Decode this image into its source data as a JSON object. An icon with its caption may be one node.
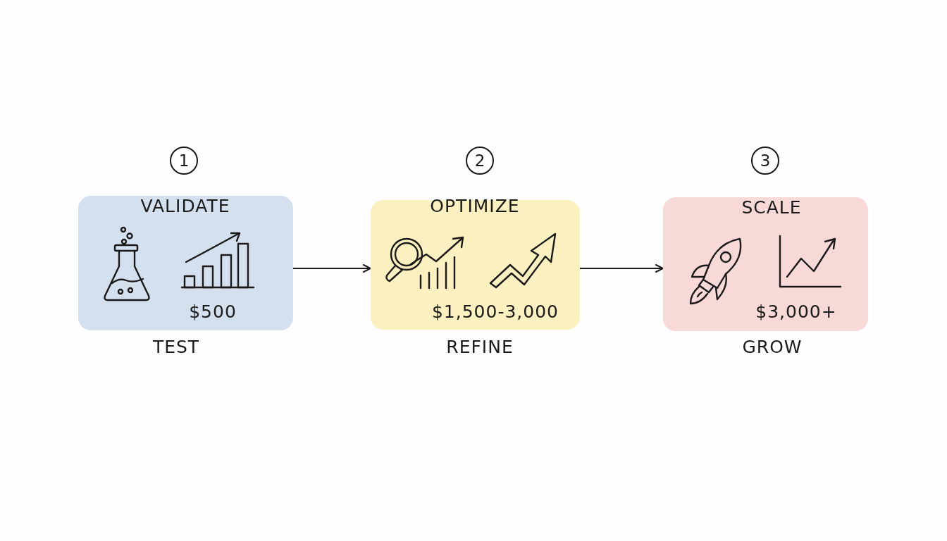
{
  "diagram": {
    "nodes": [
      {
        "text": [
          "VALIDATE",
          "$500"
        ],
        "beside": [
          "1",
          "TEST"
        ]
      },
      {
        "text": [
          "OPTIMIZE",
          "$1,500-3,000"
        ],
        "beside": [
          "2",
          "REFINE"
        ]
      },
      {
        "text": [
          "SCALE",
          "$3,000+"
        ],
        "beside": [
          "3",
          "GROW"
        ]
      }
    ],
    "edges": [
      {
        "from": 0,
        "to": 1,
        "arrow": "to"
      },
      {
        "from": 1,
        "to": 2,
        "arrow": "to"
      }
    ]
  }
}
